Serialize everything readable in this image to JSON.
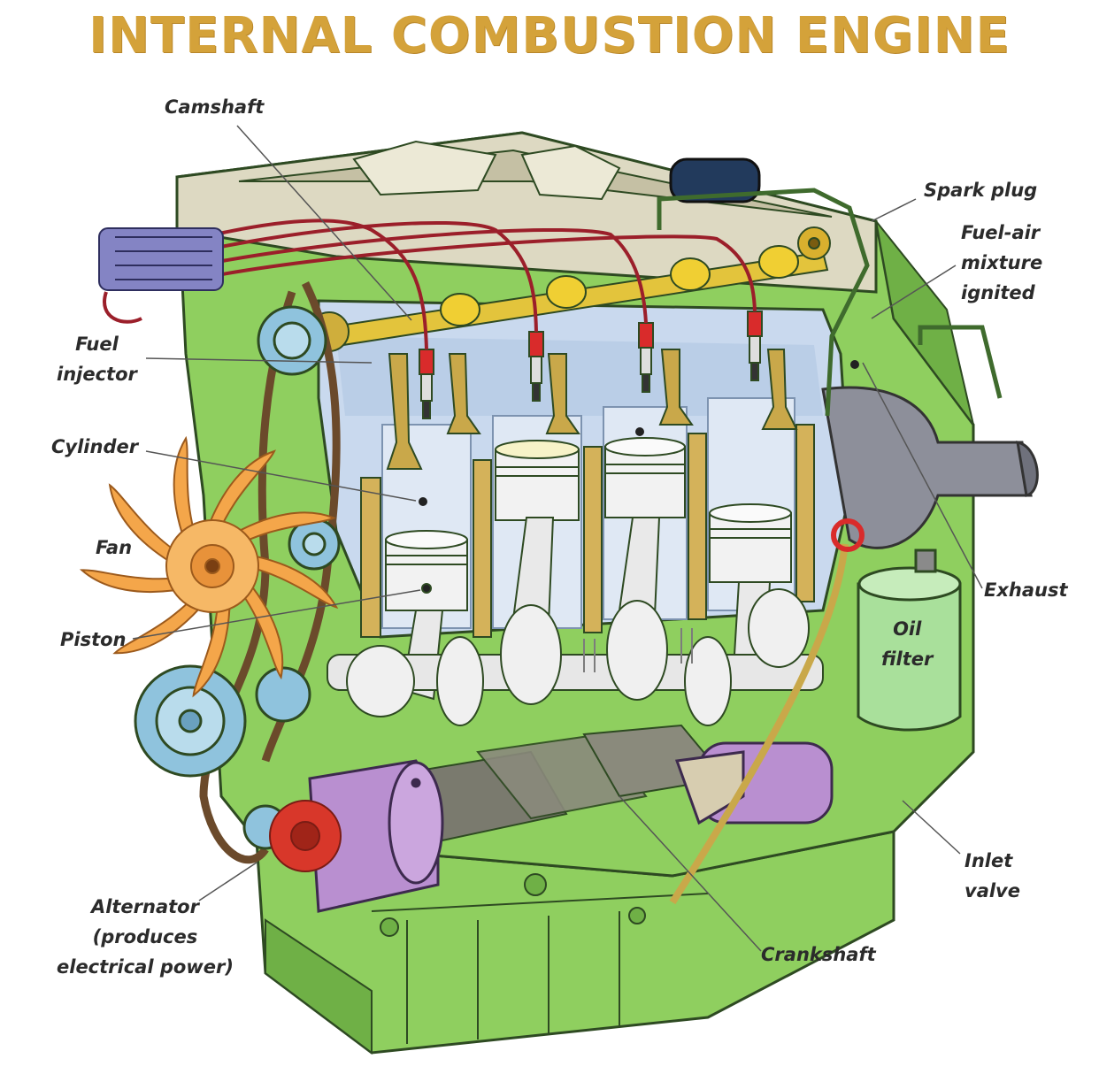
{
  "title": "INTERNAL COMBUSTION ENGINE",
  "labels": {
    "camshaft": "Camshaft",
    "fuel_injector": [
      "Fuel",
      "injector"
    ],
    "cylinder": "Cylinder",
    "fan": "Fan",
    "piston": "Piston",
    "alternator": [
      "Alternator",
      "(produces",
      "electrical power)"
    ],
    "spark_plug": "Spark plug",
    "fuel_air": [
      "Fuel-air",
      "mixture",
      "ignited"
    ],
    "exhaust": "Exhaust",
    "oil_filter": [
      "Oil",
      "filter"
    ],
    "inlet_valve": [
      "Inlet",
      "valve"
    ],
    "crankshaft": "Crankshaft"
  },
  "colors": {
    "title": "#d4a23a",
    "block": "#8fcf5f",
    "block_dark": "#5f9a3c",
    "head_cover": "#ddd9c2",
    "cylinder_bg": "#c9d9ee",
    "camshaft": "#e3c43c",
    "valve": "#c9a84a",
    "piston": "#eeeeee",
    "fan": "#f4a64a",
    "pulley": "#8fc3dd",
    "alternator": "#b98fd0",
    "alternator_fan": "#d8372a",
    "wires": "#9b1f2a",
    "belt": "#6b4a2b"
  }
}
